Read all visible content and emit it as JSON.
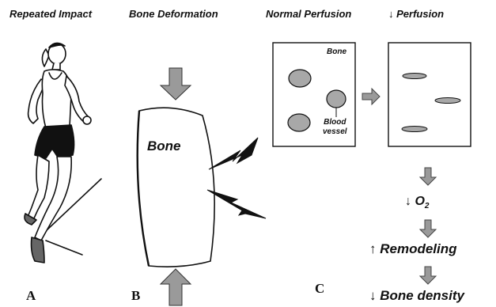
{
  "headers": {
    "repeated_impact": "Repeated Impact",
    "bone_deformation": "Bone Deformation",
    "normal_perfusion": "Normal Perfusion",
    "reduced_perfusion": "Perfusion"
  },
  "panels": {
    "a": "A",
    "b": "B",
    "c": "C"
  },
  "bone_label": "Bone",
  "normal_box": {
    "bone_label": "Bone",
    "vessel_label_line1": "Blood",
    "vessel_label_line2": "vessel"
  },
  "flow": {
    "o2": "O",
    "o2_sub": "2",
    "remodeling": "Remodeling",
    "bone_density": "Bone density"
  },
  "colors": {
    "vessel_fill": "#a8a8a8",
    "arrow_fill": "#9a9a9a",
    "stroke": "#111111"
  }
}
